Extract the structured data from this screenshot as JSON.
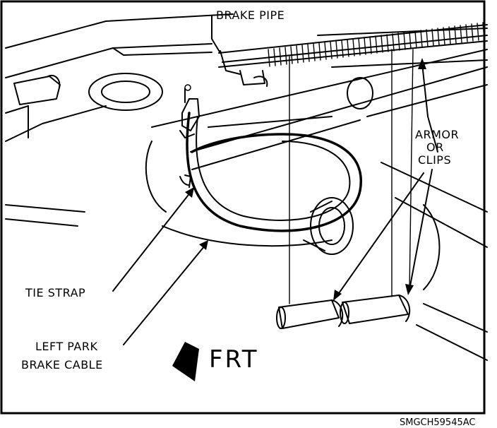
{
  "labels": {
    "brake_pipe": "BRAKE PIPE",
    "armor_line1": "ARMOR",
    "armor_line2": "OR",
    "armor_line3": "CLIPS",
    "tie_strap": "TIE STRAP",
    "left_park_line1": "LEFT PARK",
    "left_park_line2": "BRAKE CABLE",
    "front": "FRT",
    "figure_code": "SMGCH59545AC"
  },
  "colors": {
    "ink": "#000000",
    "paper": "#ffffff"
  },
  "icons": {
    "front_arrow": "front-direction-arrow-icon"
  }
}
